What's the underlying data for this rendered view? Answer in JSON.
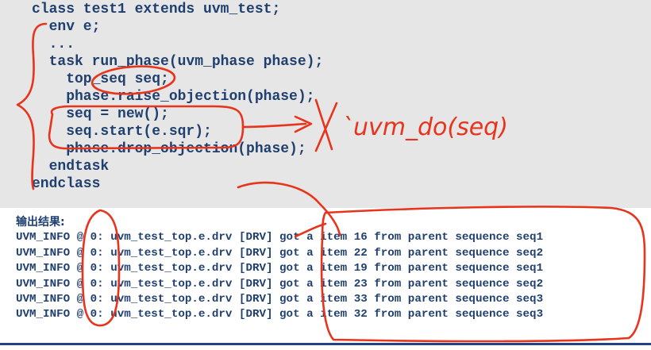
{
  "code": {
    "lines": [
      "class test1 extends uvm_test;",
      "  env e;",
      "  ...",
      "  task run_phase(uvm_phase phase);",
      "    top_seq seq;",
      "    phase.raise_objection(phase);",
      "    seq = new();",
      "    seq.start(e.sqr);",
      "    phase.drop_objection(phase);",
      "  endtask",
      "endclass"
    ]
  },
  "output": {
    "title": "输出结果:",
    "lines": [
      "UVM_INFO @ 0: uvm_test_top.e.drv [DRV] got a item 16 from parent sequence seq1",
      "UVM_INFO @ 0: uvm_test_top.e.drv [DRV] got a item 22 from parent sequence seq2",
      "UVM_INFO @ 0: uvm_test_top.e.drv [DRV] got a item 19 from parent sequence seq1",
      "UVM_INFO @ 0: uvm_test_top.e.drv [DRV] got a item 23 from parent sequence seq2",
      "UVM_INFO @ 0: uvm_test_top.e.drv [DRV] got a item 33 from parent sequence seq3",
      "UVM_INFO @ 0: uvm_test_top.e.drv [DRV] got a item 32 from parent sequence seq3"
    ]
  },
  "annotation": {
    "handwritten_text": "`uvm_do(seq)"
  },
  "colors": {
    "code_text": "#1f3f6f",
    "code_background": "#e6e6e6",
    "annotation": "#e8341c",
    "bottom_rule": "#27408b"
  }
}
